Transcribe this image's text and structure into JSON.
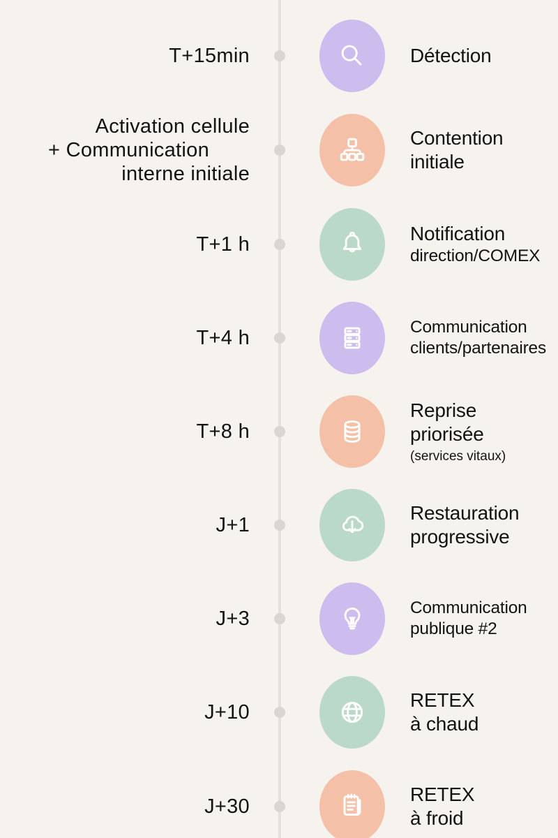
{
  "palette": {
    "background": "#f6f3ef",
    "line": "#e3e1de",
    "dot": "#d8d5d2",
    "text": "#131313",
    "purple": "#cdbdee",
    "salmon": "#f4c1a8",
    "mint": "#bad9c9",
    "icon_stroke": "#ffffff"
  },
  "items": [
    {
      "time_lines": [
        "T+15min"
      ],
      "lines": [
        "Détection"
      ],
      "icon": "magnifier-icon",
      "color": "purple"
    },
    {
      "time_lines": [
        "Activation cellule",
        "+ Communication",
        "interne initiale"
      ],
      "lines": [
        "Contention",
        "initiale"
      ],
      "icon": "hierarchy-icon",
      "color": "salmon"
    },
    {
      "time_lines": [
        "T+1 h"
      ],
      "lines": [
        "Notification",
        "direction/COMEX"
      ],
      "icon": "bell-icon",
      "color": "mint"
    },
    {
      "time_lines": [
        "T+4 h"
      ],
      "lines": [
        "Communication",
        "clients/partenaires"
      ],
      "icon": "server-icon",
      "color": "purple"
    },
    {
      "time_lines": [
        "T+8 h"
      ],
      "lines": [
        "Reprise",
        "priorisée",
        "(services vitaux)"
      ],
      "icon": "database-icon",
      "color": "salmon"
    },
    {
      "time_lines": [
        "J+1"
      ],
      "lines": [
        "Restauration",
        "progressive"
      ],
      "icon": "cloud-download-icon",
      "color": "mint"
    },
    {
      "time_lines": [
        "J+3"
      ],
      "lines": [
        "Communication",
        "publique #2"
      ],
      "icon": "lightbulb-icon",
      "color": "purple"
    },
    {
      "time_lines": [
        "J+10"
      ],
      "lines": [
        "RETEX",
        "à chaud"
      ],
      "icon": "globe-icon",
      "color": "mint"
    },
    {
      "time_lines": [
        "J+30"
      ],
      "lines": [
        "RETEX",
        "à froid"
      ],
      "icon": "notepad-icon",
      "color": "salmon"
    }
  ]
}
